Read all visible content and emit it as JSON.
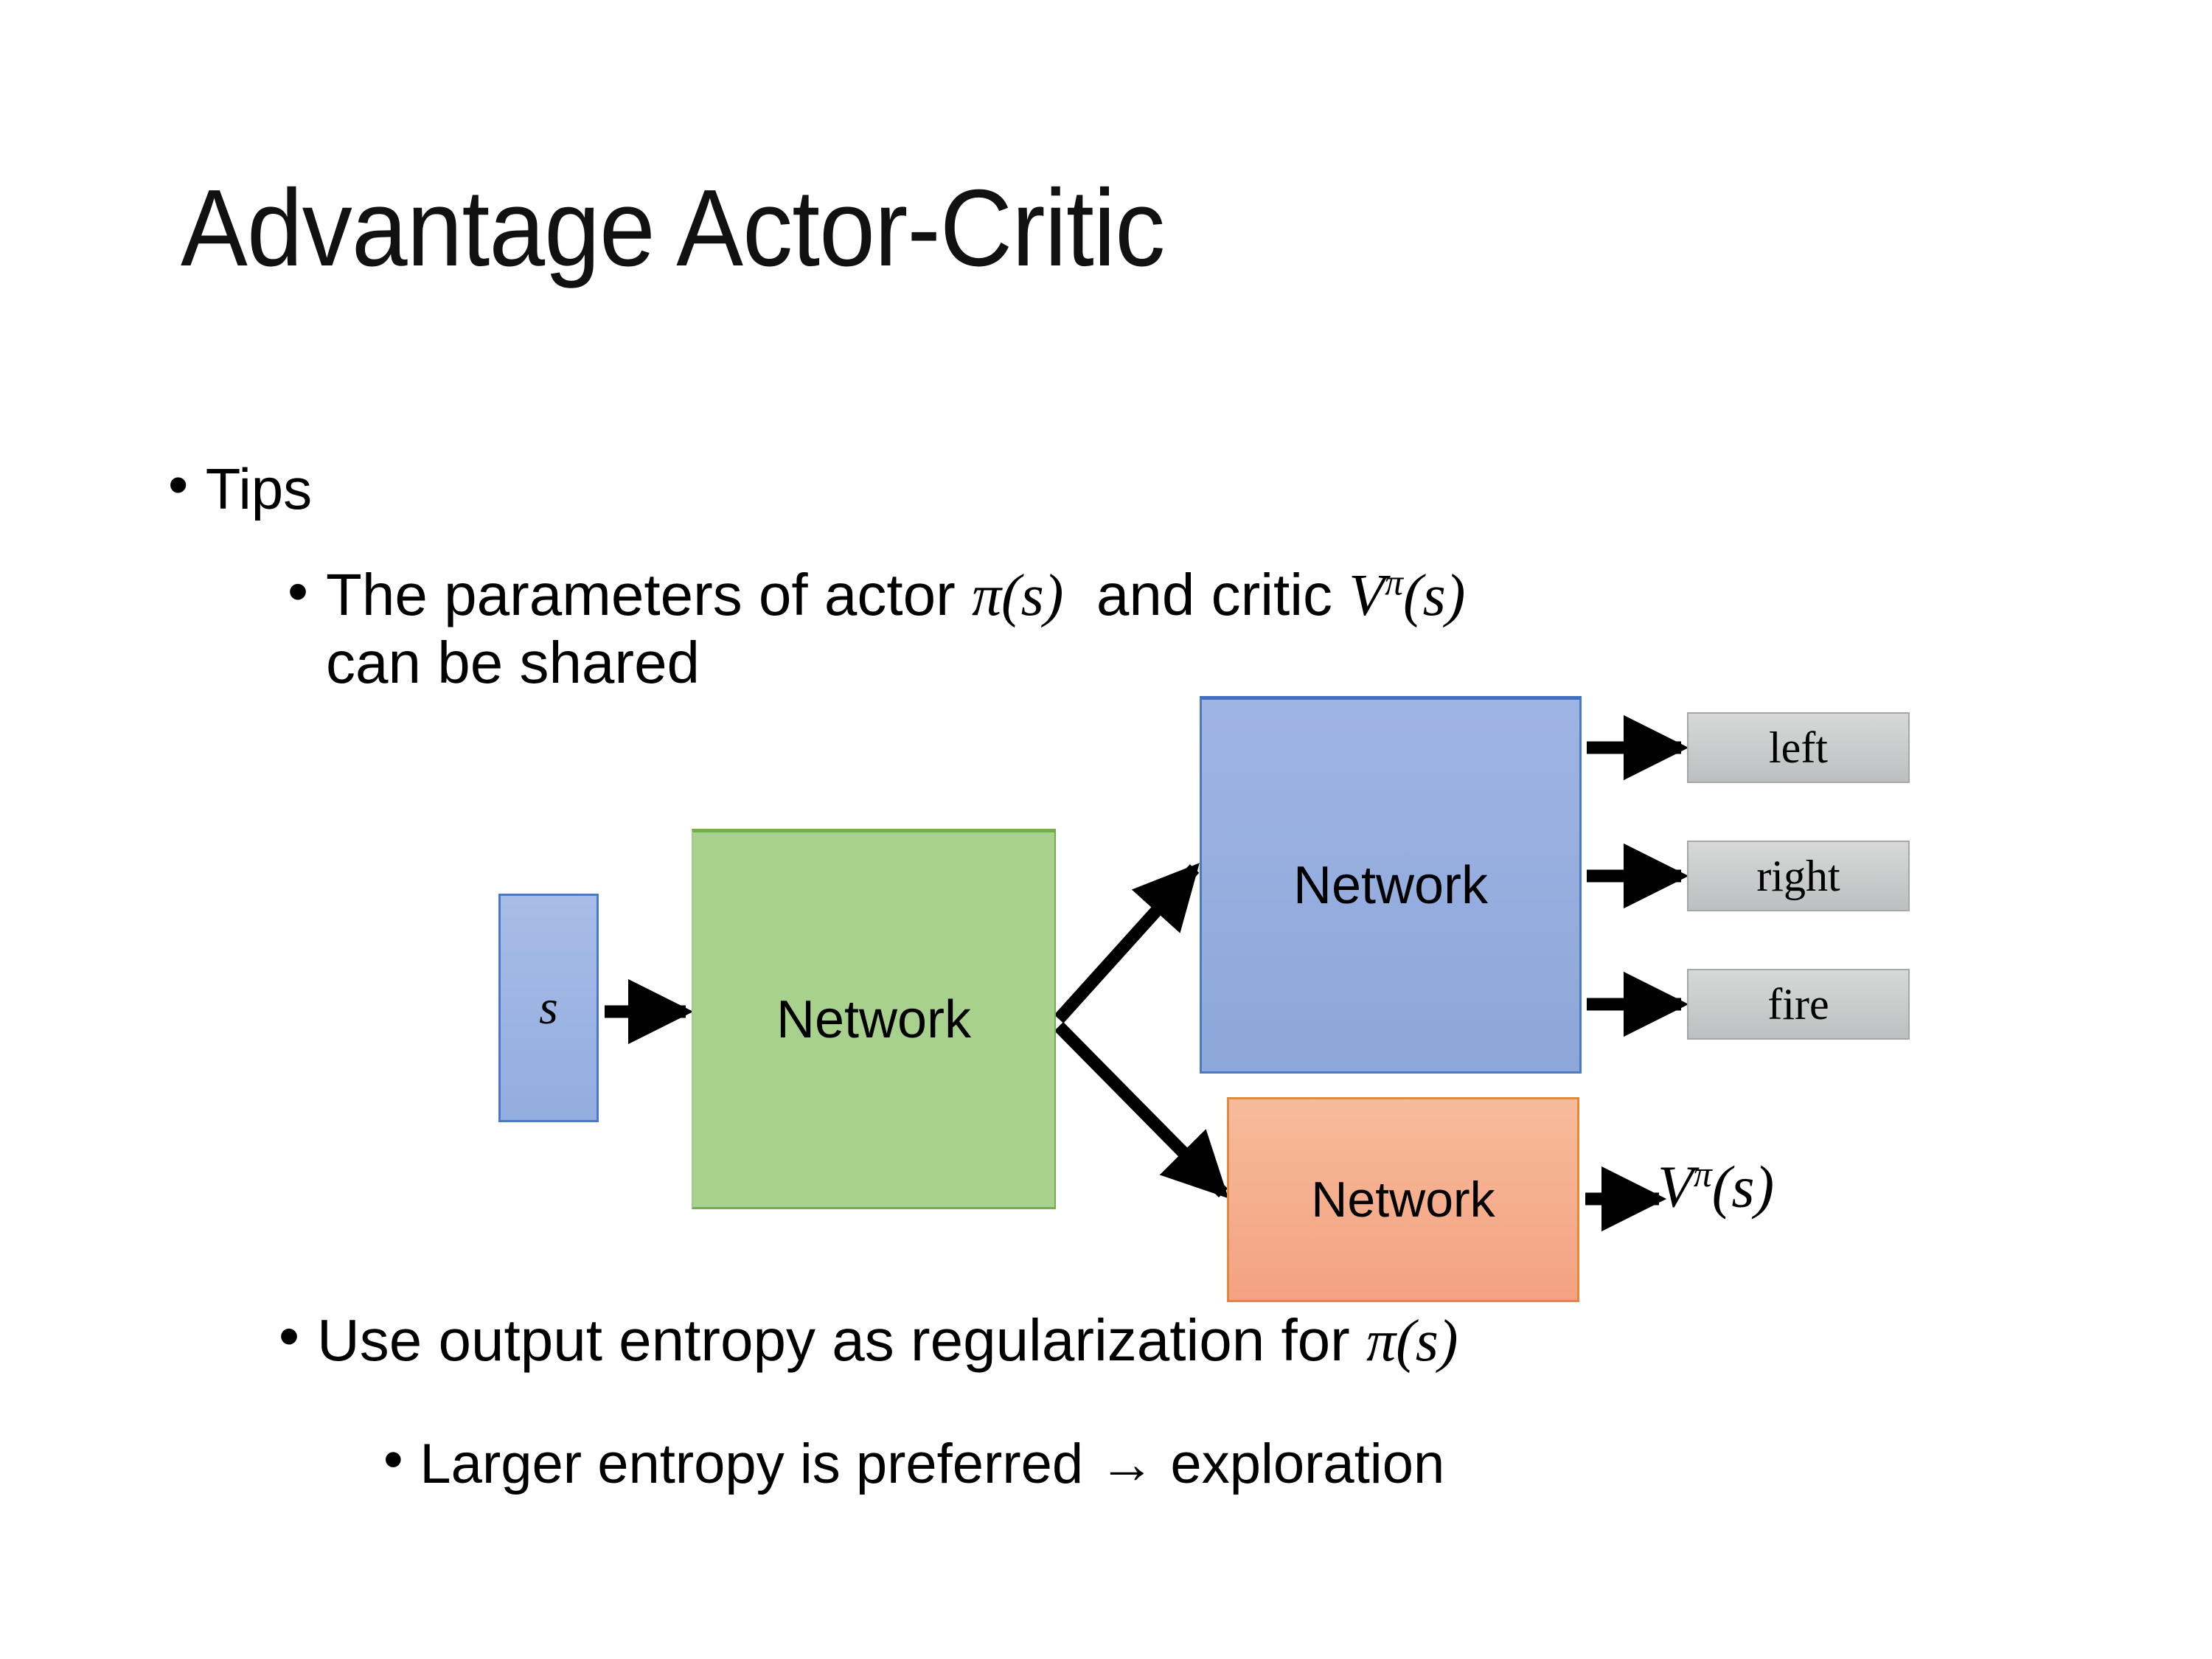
{
  "slide": {
    "title": "Advantage Actor-Critic",
    "background_color": "#ffffff",
    "bullets": {
      "tips": {
        "marker": "•",
        "text": "Tips"
      },
      "shared_params": {
        "marker": "•",
        "text_before": "The parameters of actor ",
        "math_actor": "π(s)",
        "text_middle": "  and critic ",
        "math_critic_base": "V",
        "math_critic_sup": "π",
        "math_critic_arg": "(s)",
        "text_after": "can be shared"
      },
      "entropy": {
        "marker": "•",
        "text_before": "Use output entropy as regularization for ",
        "math": "π(s)"
      },
      "larger_entropy": {
        "marker": "•",
        "text": "Larger entropy is preferred → exploration"
      }
    }
  },
  "diagram": {
    "input_box": {
      "label": "s",
      "fill": "#93ade0",
      "border": "#4a7ac4"
    },
    "shared_network": {
      "label": "Network",
      "fill": "#a9d18e",
      "border": "#74ad4c"
    },
    "actor_network": {
      "label": "Network",
      "fill": "#8da7da",
      "border": "#4a7ac4"
    },
    "critic_network": {
      "label": "Network",
      "fill": "#f4a281",
      "border": "#e08a3c"
    },
    "action_outputs": [
      {
        "label": "left",
        "fill": "#c9cccc"
      },
      {
        "label": "right",
        "fill": "#c9cccc"
      },
      {
        "label": "fire",
        "fill": "#c9cccc"
      }
    ],
    "value_output": {
      "base": "V",
      "superscript": "π",
      "argument": "(s)"
    },
    "arrow_color": "#000000"
  }
}
